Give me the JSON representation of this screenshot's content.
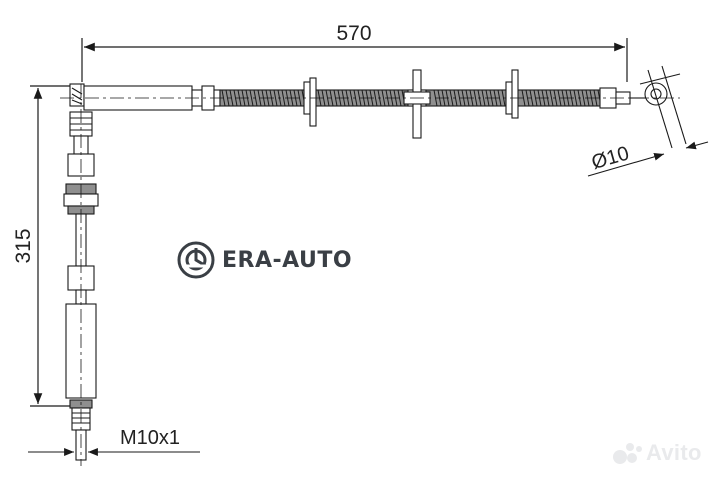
{
  "dimensions": {
    "length_label": "570",
    "height_label": "315",
    "diameter_label": "Ø10",
    "thread_label": "M10x1"
  },
  "watermark": {
    "brand": "ERA-AUTO",
    "logo_icon": "era-auto-logo-icon"
  },
  "marketplace": {
    "brand": "Avito",
    "logo_icon": "avito-logo-icon"
  },
  "colors": {
    "line": "#1a1a1a",
    "hose_fill": "#8f8f8f",
    "watermark": "#3a3f45",
    "avito_mark": "#e9eaec"
  }
}
